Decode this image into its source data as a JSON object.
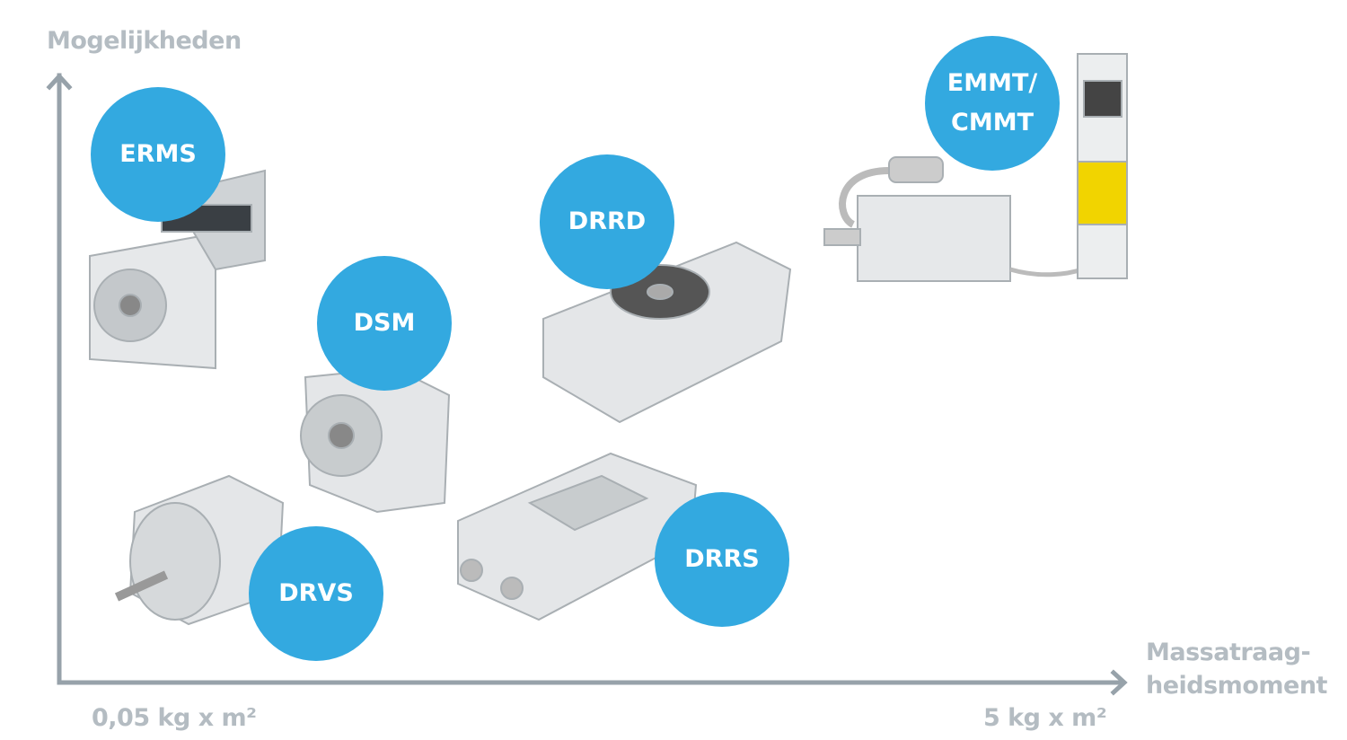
{
  "y_axis_label": "Mogelijkheden",
  "x_axis_label_line1": "Massatraag-",
  "x_axis_label_line2": "heidsmoment",
  "x_min_label": "0,05 kg x m²",
  "x_max_label": "5 kg x m²",
  "products": [
    "ERMS",
    "DSM",
    "DRRD",
    "EMMT/\nCMMT",
    "DRVS",
    "DRRS"
  ],
  "emmt_line1": "EMMT/",
  "emmt_line2": "CMMT",
  "colors": {
    "bubble": "#33a9e0",
    "axis": "#97a2aa",
    "label": "#b4bcc2"
  }
}
